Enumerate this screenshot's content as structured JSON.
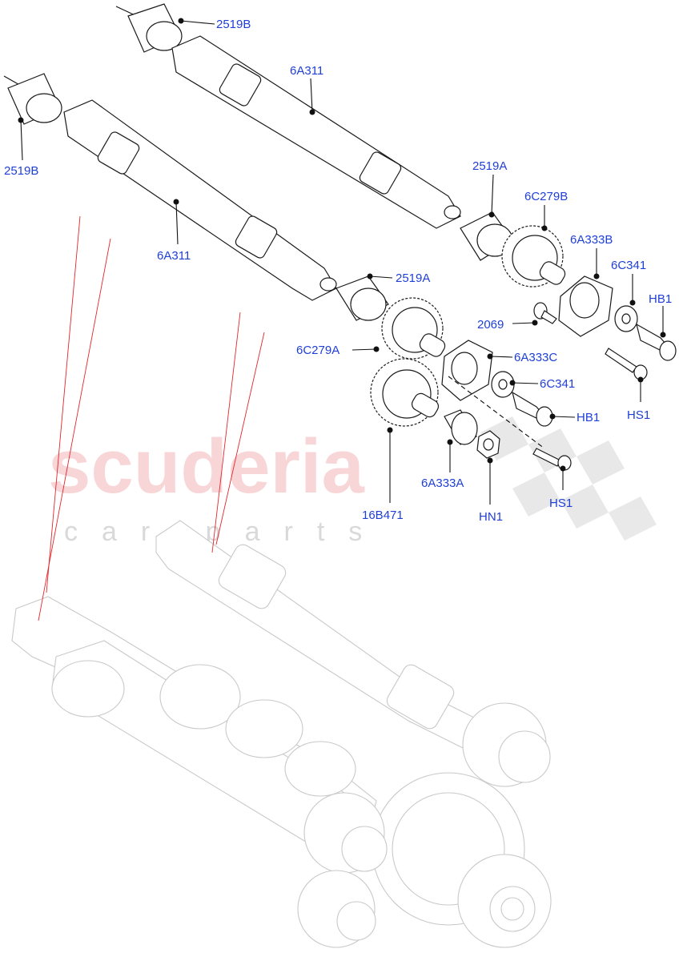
{
  "watermark": {
    "main": "scuderia",
    "sub": "car parts"
  },
  "callouts": [
    {
      "id": "2519B-top",
      "text": "2519B"
    },
    {
      "id": "6A311-top",
      "text": "6A311"
    },
    {
      "id": "2519B-left",
      "text": "2519B"
    },
    {
      "id": "6A311-lower",
      "text": "6A311"
    },
    {
      "id": "2519A-right",
      "text": "2519A"
    },
    {
      "id": "6C279B",
      "text": "6C279B"
    },
    {
      "id": "6A333B",
      "text": "6A333B"
    },
    {
      "id": "6C341-right",
      "text": "6C341"
    },
    {
      "id": "HB1-right",
      "text": "HB1"
    },
    {
      "id": "2069",
      "text": "2069"
    },
    {
      "id": "2519A-center",
      "text": "2519A"
    },
    {
      "id": "6C279A",
      "text": "6C279A"
    },
    {
      "id": "6A333C",
      "text": "6A333C"
    },
    {
      "id": "6C341-center",
      "text": "6C341"
    },
    {
      "id": "HB1-center",
      "text": "HB1"
    },
    {
      "id": "HS1-right",
      "text": "HS1"
    },
    {
      "id": "6A333A",
      "text": "6A333A"
    },
    {
      "id": "HN1",
      "text": "HN1"
    },
    {
      "id": "HS1-lower",
      "text": "HS1"
    },
    {
      "id": "16B471",
      "text": "16B471"
    }
  ],
  "colors": {
    "label": "#1f3fd6",
    "leader": "#111111",
    "reference_line": "#e3262b",
    "ghost_assembly": "#c9c9c9"
  }
}
